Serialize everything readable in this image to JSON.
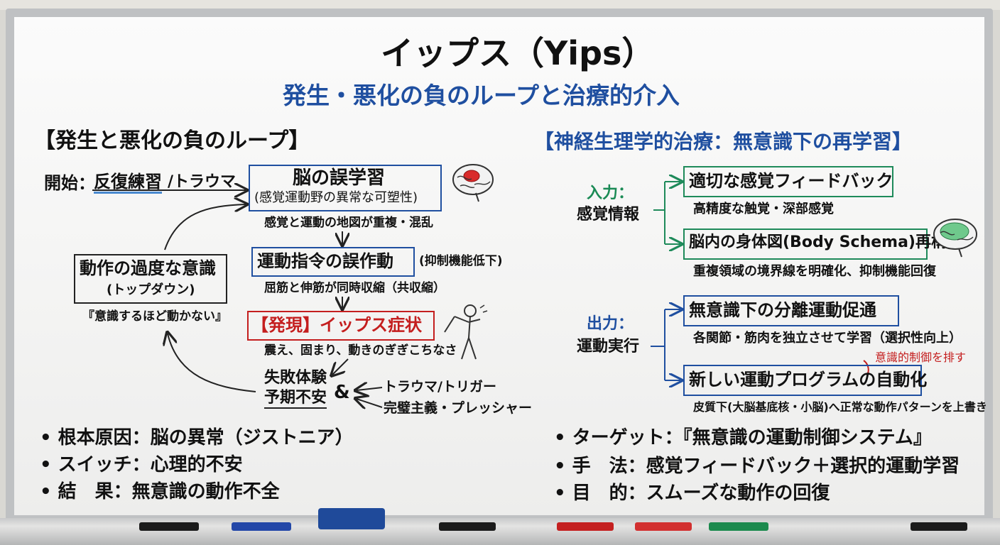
{
  "title": "イップス（Yips）",
  "subtitle": "発生・悪化の負のループと治療的介入",
  "left": {
    "section_title": "【発生と悪化の負のループ】",
    "start_label": "開始：",
    "start_value": "反復練習",
    "start_value2": "/トラウマ",
    "box1_title": "脳の誤学習",
    "box1_sub": "(感覚運動野の異常な可塑性)",
    "note1": "感覚と運動の地図が重複・混乱",
    "box2_title": "運動指令の誤作動",
    "box2_note": "(抑制機能低下)",
    "note2": "屈筋と伸筋が同時収縮（共収縮）",
    "box3_title": "【発現】イップス症状",
    "note3": "震え、固まり、動きのぎぎこちなさ",
    "fail1": "失敗体験",
    "fail2": "予期不安",
    "amp": "&",
    "trig1": "トラウマ/トリガー",
    "trig2": "完璧主義・プレッシャー",
    "loop_box_title": "動作の過度な意識",
    "loop_box_sub": "(トップダウン)",
    "loop_quote": "『意識するほど動かない』",
    "bullets": [
      "• 根本原因：脳の異常（ジストニア）",
      "• スイッチ：心理的不安",
      "• 結　果：無意識の動作不全"
    ]
  },
  "right": {
    "section_title": "【神経生理学的治療：無意識下の再学習】",
    "input_label": "入力：",
    "input_value": "感覚情報",
    "box_a": "適切な感覚フィードバック",
    "note_a": "高精度な触覚・深部感覚",
    "box_b": "脳内の身体図(Body Schema)再構築",
    "note_b": "重複領域の境界線を明確化、抑制機能回復",
    "output_label": "出力：",
    "output_value": "運動実行",
    "box_c": "無意識下の分離運動促通",
    "note_c": "各関節・筋肉を独立させて学習（選択性向上）",
    "red_note": "意識的制御を排す",
    "box_d": "新しい運動プログラムの自動化",
    "note_d": "皮質下(大脳基底核・小脳)へ正常な動作パターンを上書き",
    "bullets": [
      "• ターゲット：『無意識の運動制御システム』",
      "• 手　法：感覚フィードバック＋選択的運動学習",
      "• 目　的：スムーズな動作の回復"
    ]
  },
  "colors": {
    "blue": "#1f4fa0",
    "red": "#c41e1e",
    "green": "#1e8a5a"
  },
  "icons": [
    "brain-icon-red",
    "golfer-icon",
    "brain-icon-green"
  ]
}
